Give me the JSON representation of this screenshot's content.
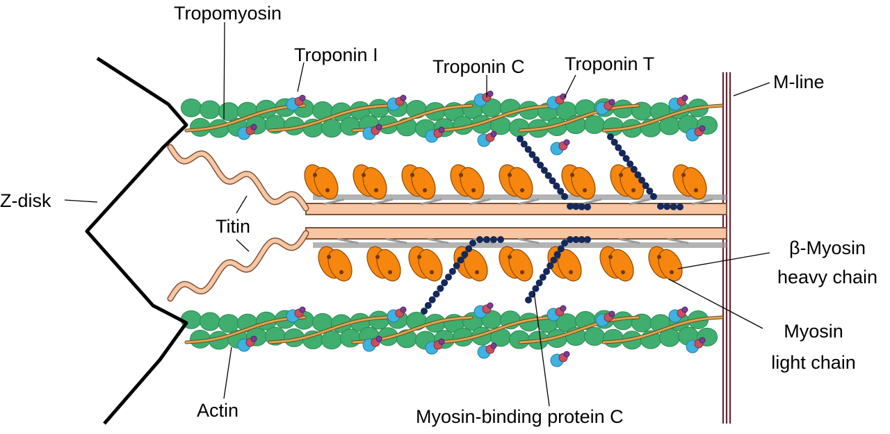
{
  "labels": {
    "tropomyosin": "Tropomyosin",
    "troponin_i": "Troponin I",
    "troponin_c": "Troponin C",
    "troponin_t": "Troponin T",
    "m_line": "M-line",
    "z_disk": "Z-disk",
    "titin": "Titin",
    "beta_myosin_1": "β-Myosin",
    "beta_myosin_2": "heavy chain",
    "myosin_light_1": "Myosin",
    "myosin_light_2": "light chain",
    "actin": "Actin",
    "mybpc": "Myosin-binding protein C"
  },
  "colors": {
    "actin": "#3fae6e",
    "tropomyosin": "#e0a550",
    "myosin": "#f7860e",
    "titin": "#f8c6a2",
    "mybpc": "#14285a",
    "troponin_c": "#3eb2e0",
    "troponin_i": "#c9505e",
    "troponin_t": "#7a3d98",
    "m_line": "#6b2030"
  }
}
